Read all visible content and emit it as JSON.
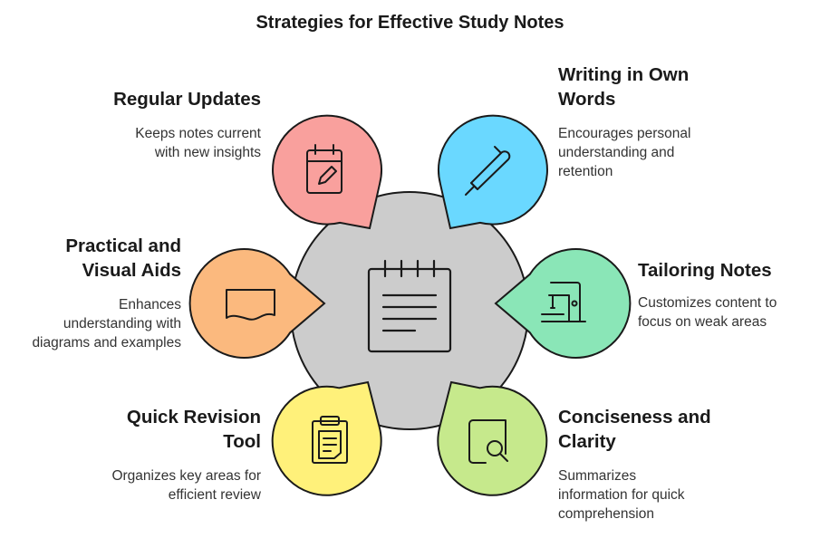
{
  "title": "Strategies for Effective Study Notes",
  "colors": {
    "center": "#cccccc",
    "regular_updates": "#f9a09d",
    "writing_own_words": "#6ad8ff",
    "practical_visual": "#fbb97e",
    "tailoring_notes": "#8ae6b7",
    "quick_revision": "#fff17a",
    "conciseness_clarity": "#c6e98c",
    "stroke": "#1a1a1a"
  },
  "center": {
    "icon": "notepad-icon"
  },
  "items": {
    "regular_updates": {
      "heading": [
        "Regular Updates"
      ],
      "desc": [
        "Keeps notes current",
        "with new insights"
      ],
      "icon": "calendar-edit-icon"
    },
    "writing_own_words": {
      "heading": [
        "Writing in Own",
        "Words"
      ],
      "desc": [
        "Encourages personal",
        "understanding and",
        "retention"
      ],
      "icon": "pen-icon"
    },
    "practical_visual": {
      "heading": [
        "Practical and",
        "Visual Aids"
      ],
      "desc": [
        "Enhances",
        "understanding with",
        "diagrams and examples"
      ],
      "icon": "flag-document-icon"
    },
    "tailoring_notes": {
      "heading": [
        "Tailoring Notes"
      ],
      "desc": [
        "Customizes content to",
        "focus on weak areas"
      ],
      "icon": "sewing-machine-icon"
    },
    "quick_revision": {
      "heading": [
        "Quick Revision",
        "Tool"
      ],
      "desc": [
        "Organizes key areas for",
        "efficient review"
      ],
      "icon": "clipboard-icon"
    },
    "conciseness_clarity": {
      "heading": [
        "Conciseness and",
        "Clarity"
      ],
      "desc": [
        "Summarizes",
        "information for quick",
        "comprehension"
      ],
      "icon": "book-search-icon"
    }
  }
}
